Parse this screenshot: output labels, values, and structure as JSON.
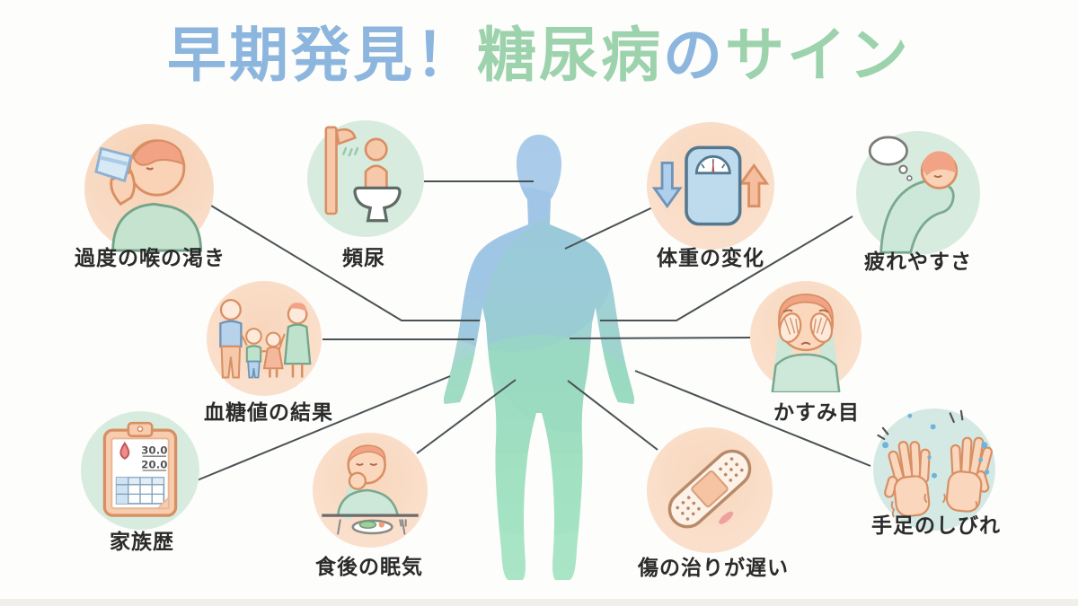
{
  "title": {
    "segments": [
      {
        "text": "早期発見！",
        "color": "#8db6de"
      },
      {
        "text": "糖尿病",
        "color": "#9cd2ac"
      },
      {
        "text": "の",
        "color": "#8db6de"
      },
      {
        "text": "サイン",
        "color": "#9cd2ac"
      }
    ],
    "full": "早期発見！糖尿病のサイン"
  },
  "colors": {
    "background": "#fdfdfb",
    "title_blue": "#8db6de",
    "title_green": "#9cd2ac",
    "label_text": "#2b2b2b",
    "connector_line": "#4a5256",
    "circle_peach": "#f8dac3",
    "circle_mint": "#d7ecdf",
    "circle_aqua": "#d4e9e4",
    "body_blue": "#a3c6e9",
    "body_green": "#a5e3c3",
    "skin": "#fad2b6",
    "hair_orange": "#f2a385",
    "clothes_green": "#cde7d8",
    "clothes_blue": "#b7d3ec"
  },
  "signs": [
    {
      "id": "excessive-thirst",
      "label": "過度の喉の渇き",
      "icon": "person-drinking-water-icon",
      "circle_color": "peach"
    },
    {
      "id": "frequent-urination",
      "label": "頻尿",
      "icon": "toilet-shower-icon",
      "circle_color": "mint"
    },
    {
      "id": "weight-change",
      "label": "体重の変化",
      "icon": "weight-scale-arrows-icon",
      "circle_color": "peach"
    },
    {
      "id": "fatigue",
      "label": "疲れやすさ",
      "icon": "tired-person-icon",
      "circle_color": "mint"
    },
    {
      "id": "blood-sugar-results",
      "label": "血糖値の結果",
      "icon": "family-icon",
      "circle_color": "peach"
    },
    {
      "id": "blurry-vision",
      "label": "かすみ目",
      "icon": "rubbing-eyes-icon",
      "circle_color": "peach"
    },
    {
      "id": "family-history",
      "label": "家族歴",
      "icon": "medical-chart-icon",
      "circle_color": "mint",
      "chart_values": [
        "30.0",
        "20.0"
      ]
    },
    {
      "id": "post-meal-drowsiness",
      "label": "食後の眠気",
      "icon": "yawning-person-icon",
      "circle_color": "peach"
    },
    {
      "id": "slow-wound-healing",
      "label": "傷の治りが遅い",
      "icon": "bandage-icon",
      "circle_color": "peach"
    },
    {
      "id": "numb-hands-feet",
      "label": "手足のしびれ",
      "icon": "numb-hands-icon",
      "circle_color": "aqua"
    }
  ]
}
